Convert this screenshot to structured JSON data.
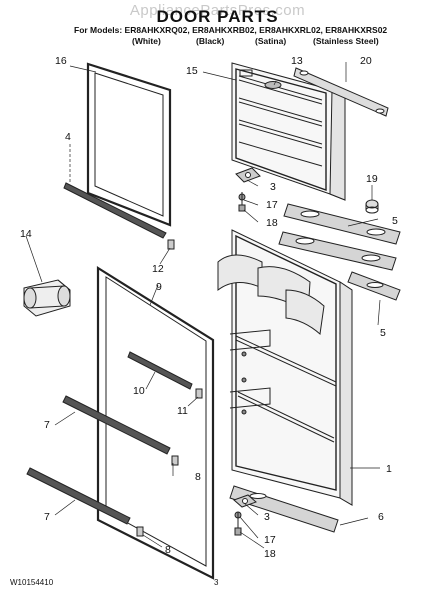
{
  "watermark": "AppliancePartsPros.com",
  "title": "DOOR PARTS",
  "models_line": "For Models: ER8AHKXRQ02, ER8AHKXRB02, ER8AHKXRL02, ER8AHKXRS02",
  "finishes": [
    "(White)",
    "(Black)",
    "(Satina)",
    "(Stainless Steel)"
  ],
  "callouts": {
    "c16": "16",
    "c13": "13",
    "c20": "20",
    "c15": "15",
    "c4": "4",
    "c3a": "3",
    "c17a": "17",
    "c18a": "18",
    "c19": "19",
    "c5a": "5",
    "c14": "14",
    "c12": "12",
    "c9": "9",
    "c5b": "5",
    "c10": "10",
    "c11": "11",
    "c7a": "7",
    "c8a": "8",
    "c1": "1",
    "c7b": "7",
    "c3b": "3",
    "c6": "6",
    "c17b": "17",
    "c8b": "8",
    "c18b": "18"
  },
  "footer": {
    "doc_number": "W10154410",
    "page": "3"
  }
}
